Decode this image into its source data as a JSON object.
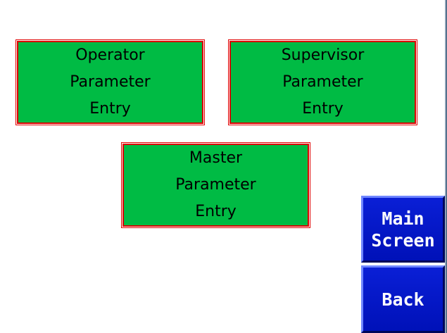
{
  "param_buttons": {
    "operator": {
      "line1": "Operator",
      "line2": "Parameter",
      "line3": "Entry"
    },
    "supervisor": {
      "line1": "Supervisor",
      "line2": "Parameter",
      "line3": "Entry"
    },
    "master": {
      "line1": "Master",
      "line2": "Parameter",
      "line3": "Entry"
    }
  },
  "nav": {
    "main_screen": {
      "line1": "Main",
      "line2": "Screen"
    },
    "back": {
      "label": "Back"
    }
  },
  "colors": {
    "param_button_fill": "#00bb44",
    "param_button_border": "#e00000",
    "nav_button_fill": "#0a1fd6",
    "nav_button_text": "#ffffff",
    "background": "#ffffff"
  }
}
